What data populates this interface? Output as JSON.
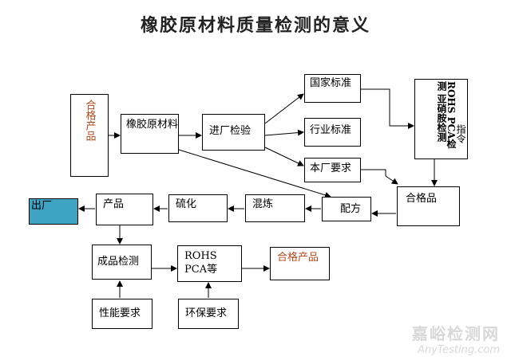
{
  "title": "橡胶原材料质量检测的意义",
  "boxes": {
    "qualified_left": "合格产品",
    "rubber_material": "橡胶原材料",
    "incoming_inspection": "进厂检验",
    "national_standard": "国家标准",
    "industry_standard": "行业标准",
    "factory_requirement": "本厂要求",
    "rohs_pca_test": "ROHS PCA检测 亚硝胺检测",
    "rohs_directive": "指令",
    "qualified_product": "合格品",
    "formula": "配方",
    "mixing": "混炼",
    "vulcanization": "硫化",
    "product": "产品",
    "shipment": "出厂",
    "final_inspection": "成品检测",
    "rohs_pca_etc": "ROHS PCA等",
    "qualified_right": "合格产品",
    "performance_requirement": "性能要求",
    "environmental_requirement": "环保要求"
  },
  "colors": {
    "shipment_fill": "#3fa3c4",
    "accent_text": "#b04a1e"
  },
  "watermark": {
    "cn": "嘉峪检测网",
    "en": "AnyTesting.com"
  }
}
